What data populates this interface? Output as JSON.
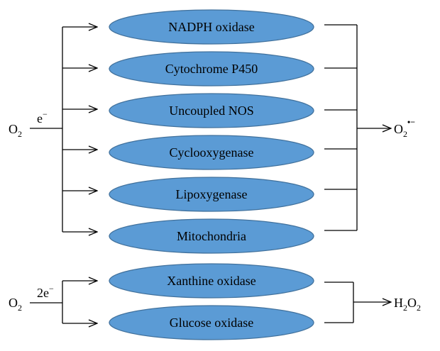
{
  "one_electron": {
    "reactant": "O",
    "reactant_sub": "2",
    "electron": "e",
    "electron_sup": "−",
    "enzymes": [
      "NADPH oxidase",
      "Cytochrome P450",
      "Uncoupled NOS",
      "Cyclooxygenase",
      "Lipoxygenase",
      "Mitochondria"
    ],
    "product": "O",
    "product_sub": "2",
    "product_sup": "•−"
  },
  "two_electron": {
    "reactant": "O",
    "reactant_sub": "2",
    "electron": "2e",
    "electron_sup": "−",
    "enzymes": [
      "Xanthine oxidase",
      "Glucose oxidase"
    ],
    "product_h": "H",
    "product_sub1": "2",
    "product_o": "O",
    "product_sub2": "2"
  },
  "colors": {
    "ellipse_fill": "#5b9bd5",
    "ellipse_stroke": "#41719c",
    "line": "#000000"
  }
}
